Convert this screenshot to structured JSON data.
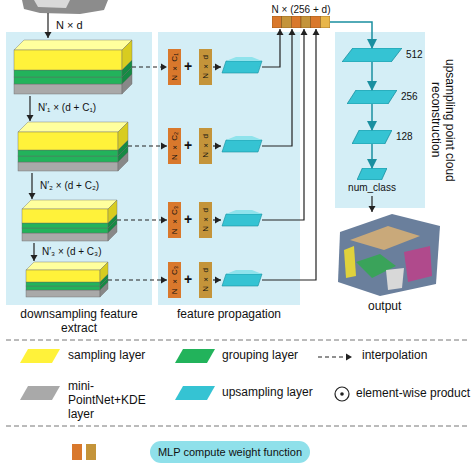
{
  "diagram": {
    "nodes": [
      {
        "text": [
          "downsampling feature extract"
        ]
      },
      {
        "text": [
          "feature propagation"
        ]
      },
      {
        "text": [
          "N × C₁"
        ],
        "in": 1
      },
      {
        "text": [
          "N × d"
        ],
        "in": 1
      },
      {
        "text": [
          "N × C₂"
        ],
        "in": 1
      },
      {
        "text": [
          "N × d"
        ],
        "in": 1
      },
      {
        "text": [
          "N × C₃"
        ],
        "in": 1
      },
      {
        "text": [
          "N × d"
        ],
        "in": 1
      },
      {
        "text": [
          "N × C₃"
        ],
        "in": 1
      },
      {
        "text": [
          "N × d"
        ],
        "in": 1
      },
      {
        "text": [
          "N × (256 + d)"
        ]
      },
      {
        "text": [
          "upsampling point cloud reconstruction"
        ]
      },
      {
        "text": [
          "512"
        ],
        "in": 11
      },
      {
        "text": [
          "256"
        ],
        "in": 11
      },
      {
        "text": [
          "128"
        ],
        "in": 11
      },
      {
        "text": [
          "num_class"
        ],
        "in": 11
      }
    ],
    "edges": [
      {
        "from": 10,
        "to": 12,
        "arrow": "to"
      },
      {
        "from": 12,
        "to": 13,
        "arrow": "to"
      },
      {
        "from": 13,
        "to": 14,
        "arrow": "to"
      },
      {
        "from": 14,
        "to": 15,
        "arrow": "to"
      }
    ],
    "labels": [
      "N × d",
      "N′₁ × (d + C₁)",
      "N′₂ × (d + C₂)",
      "N′₃ × (d + C₃)",
      "+",
      "+",
      "+",
      "+",
      "output"
    ],
    "legend": [
      {
        "text": "sampling layer",
        "color": "#fff23a"
      },
      {
        "text": "grouping layer",
        "color": "#22b35b"
      },
      {
        "text": "interpolation"
      },
      {
        "text": "mini-PointNet+KDE layer",
        "color": "#a9a9a9"
      },
      {
        "text": "upsampling layer",
        "color": "#35c3d3"
      },
      {
        "text": "element-wise product"
      },
      {
        "text": "MLP compute weight function"
      }
    ]
  }
}
